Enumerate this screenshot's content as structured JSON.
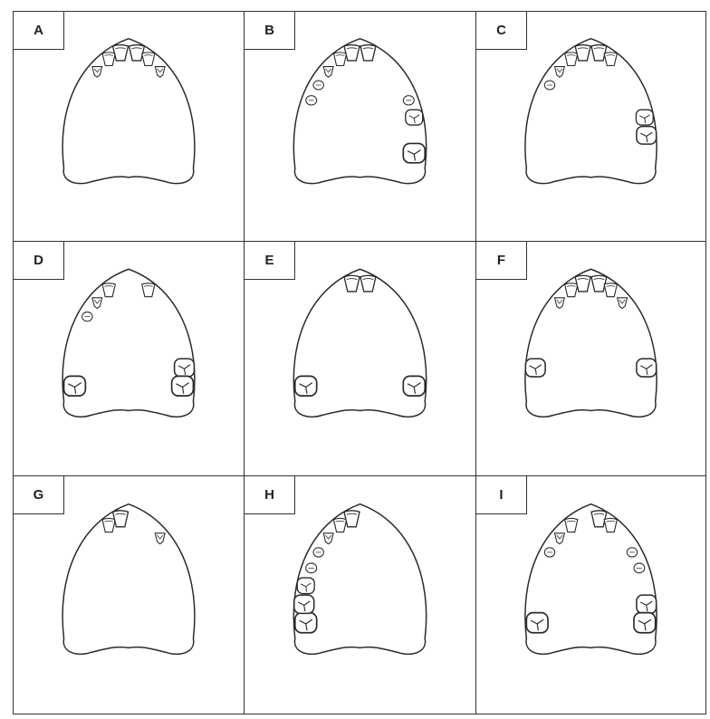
{
  "panels": [
    {
      "label": "A",
      "teeth": [
        0,
        0,
        0,
        0,
        0,
        1,
        1,
        1,
        1,
        1,
        1,
        0,
        0,
        0,
        0,
        0
      ]
    },
    {
      "label": "B",
      "teeth": [
        0,
        0,
        0,
        1,
        1,
        1,
        1,
        1,
        1,
        0,
        0,
        0,
        1,
        1,
        0,
        1
      ]
    },
    {
      "label": "C",
      "teeth": [
        0,
        0,
        0,
        0,
        1,
        1,
        1,
        1,
        1,
        1,
        0,
        0,
        0,
        1,
        1,
        0
      ]
    },
    {
      "label": "D",
      "teeth": [
        1,
        0,
        0,
        0,
        1,
        1,
        1,
        0,
        0,
        1,
        0,
        0,
        0,
        0,
        1,
        1
      ]
    },
    {
      "label": "E",
      "teeth": [
        1,
        0,
        0,
        0,
        0,
        0,
        0,
        1,
        1,
        0,
        0,
        0,
        0,
        0,
        0,
        1
      ]
    },
    {
      "label": "F",
      "teeth": [
        0,
        1,
        0,
        0,
        0,
        1,
        1,
        1,
        1,
        1,
        1,
        0,
        0,
        0,
        1,
        0
      ]
    },
    {
      "label": "G",
      "teeth": [
        0,
        0,
        0,
        0,
        0,
        0,
        1,
        1,
        0,
        0,
        1,
        0,
        0,
        0,
        0,
        0
      ]
    },
    {
      "label": "H",
      "teeth": [
        1,
        1,
        1,
        1,
        1,
        1,
        1,
        1,
        0,
        0,
        0,
        0,
        0,
        0,
        0,
        0
      ]
    },
    {
      "label": "I",
      "teeth": [
        1,
        0,
        0,
        0,
        1,
        1,
        1,
        0,
        1,
        1,
        0,
        1,
        1,
        0,
        1,
        1
      ]
    }
  ],
  "colors": {
    "line": "#2a2a2a",
    "background": "#ffffff",
    "speckle": "#e8d8d8"
  }
}
